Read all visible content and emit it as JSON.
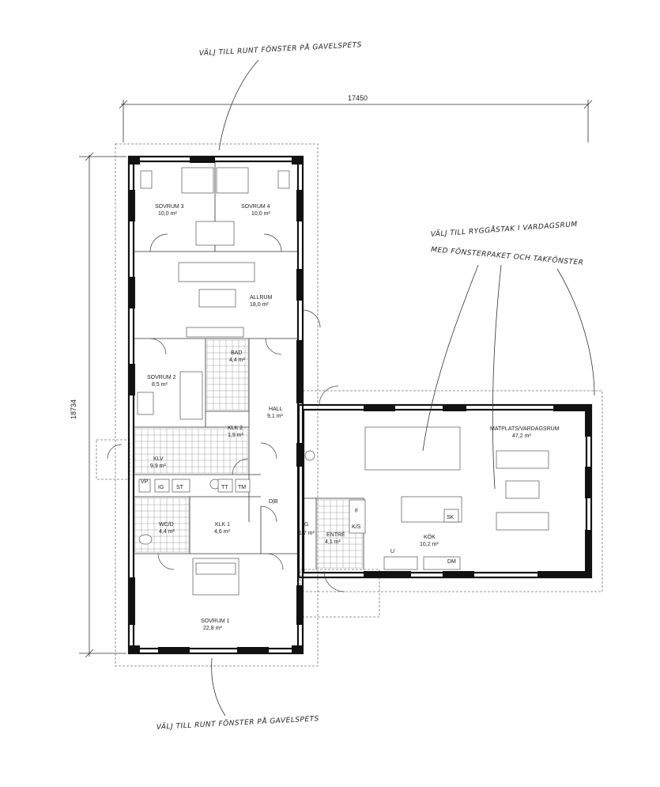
{
  "dimensions": {
    "width_label": "17450",
    "depth_label": "18734"
  },
  "notes": {
    "gable_top": "VÄLJ TILL RUNT FÖNSTER PÅ GAVELSPETS",
    "gable_bottom": "VÄLJ TILL RUNT FÖNSTER PÅ GAVELSPETS",
    "roof_line1": "VÄLJ TILL RYGGÅSTAK I VARDAGSRUM",
    "roof_line2": "MED FÖNSTERPAKET OCH TAKFÖNSTER"
  },
  "rooms": {
    "sovrum3": {
      "name": "SOVRUM 3",
      "area": "10,0 m²"
    },
    "sovrum4": {
      "name": "SOVRUM 4",
      "area": "10,0 m²"
    },
    "allrum": {
      "name": "ALLRUM",
      "area": "18,0 m²"
    },
    "bad": {
      "name": "BAD",
      "area": "4,4 m²"
    },
    "sovrum2": {
      "name": "SOVRUM 2",
      "area": "8,5 m²"
    },
    "hall": {
      "name": "HALL",
      "area": "9,1 m²"
    },
    "klk2": {
      "name": "KLK 2",
      "area": "1,9 m²"
    },
    "klv": {
      "name": "KLV",
      "area": "9,9 m²"
    },
    "wcd": {
      "name": "WC/D",
      "area": "4,4 m²"
    },
    "klk1": {
      "name": "KLK 1",
      "area": "4,6 m²"
    },
    "g": {
      "name": "G",
      "area": "1,7 m²"
    },
    "entre": {
      "name": "ENTRÉ",
      "area": "4,1 m²"
    },
    "kok": {
      "name": "KÖK",
      "area": "10,2 m²"
    },
    "matplats": {
      "name": "MATPLATS/VARDAGSRUM",
      "area": "47,2 m²"
    },
    "sovrum1": {
      "name": "SOVRUM 1",
      "area": "22,8 m²"
    }
  },
  "fixtures": {
    "vp": "VP",
    "ig": "IG",
    "st": "ST",
    "tt": "TT",
    "tm": "TM",
    "f": "F",
    "ks": "K/S",
    "sk": "SK",
    "u": "U",
    "dm": "DM",
    "db": "D|B"
  }
}
